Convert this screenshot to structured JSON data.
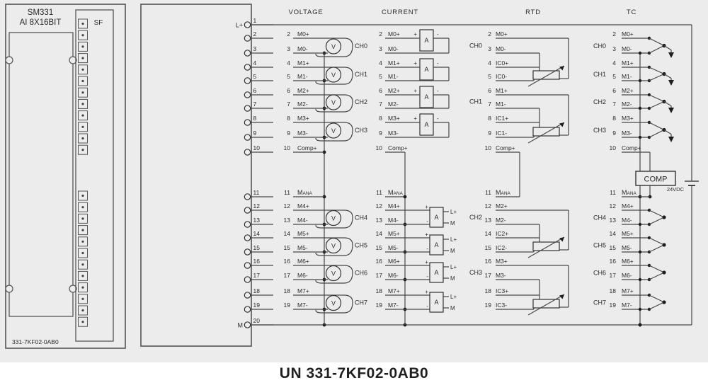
{
  "page_title": "UN 331-7KF02-0AB0",
  "module": {
    "name_line1": "SM331",
    "name_line2": "AI 8X16BIT",
    "fault_led_label": "SF",
    "order_number": "331-7KF02-0AB0"
  },
  "connector": {
    "top_rail_label": "L+",
    "bottom_rail_label": "M",
    "terminals": [
      1,
      2,
      3,
      4,
      5,
      6,
      7,
      8,
      9,
      10,
      11,
      12,
      13,
      14,
      15,
      16,
      17,
      18,
      19,
      20
    ]
  },
  "sections": {
    "voltage": {
      "title": "VOLTAGE",
      "meter_letter": "V",
      "rows": [
        {
          "t": 2,
          "l": "M0+"
        },
        {
          "t": 3,
          "l": "M0-"
        },
        {
          "t": 4,
          "l": "M1+"
        },
        {
          "t": 5,
          "l": "M1-"
        },
        {
          "t": 6,
          "l": "M2+"
        },
        {
          "t": 7,
          "l": "M2-"
        },
        {
          "t": 8,
          "l": "M3+"
        },
        {
          "t": 9,
          "l": "M3-"
        },
        {
          "t": 10,
          "l": "Comp+"
        },
        {
          "t": 11,
          "l": "MANA"
        },
        {
          "t": 12,
          "l": "M4+"
        },
        {
          "t": 13,
          "l": "M4-"
        },
        {
          "t": 14,
          "l": "M5+"
        },
        {
          "t": 15,
          "l": "M5-"
        },
        {
          "t": 16,
          "l": "M6+"
        },
        {
          "t": 17,
          "l": "M6-"
        },
        {
          "t": 18,
          "l": "M7+"
        },
        {
          "t": 19,
          "l": "M7-"
        }
      ],
      "channels": [
        {
          "label": "CH0",
          "plus": 2,
          "minus": 3
        },
        {
          "label": "CH1",
          "plus": 4,
          "minus": 5
        },
        {
          "label": "CH2",
          "plus": 6,
          "minus": 7
        },
        {
          "label": "CH3",
          "plus": 8,
          "minus": 9
        },
        {
          "label": "CH4",
          "plus": 12,
          "minus": 13
        },
        {
          "label": "CH5",
          "plus": 14,
          "minus": 15
        },
        {
          "label": "CH6",
          "plus": 16,
          "minus": 17
        },
        {
          "label": "CH7",
          "plus": 18,
          "minus": 19
        }
      ]
    },
    "current": {
      "title": "CURRENT",
      "meter_letter": "A",
      "polarity_plus": "+",
      "polarity_minus": "-",
      "four_wire_supply": "L+",
      "four_wire_ground": "M",
      "rows": [
        {
          "t": 2,
          "l": "M0+"
        },
        {
          "t": 3,
          "l": "M0-"
        },
        {
          "t": 4,
          "l": "M1+"
        },
        {
          "t": 5,
          "l": "M1-"
        },
        {
          "t": 6,
          "l": "M2+"
        },
        {
          "t": 7,
          "l": "M2-"
        },
        {
          "t": 8,
          "l": "M3+"
        },
        {
          "t": 9,
          "l": "M3-"
        },
        {
          "t": 10,
          "l": "Comp+"
        },
        {
          "t": 11,
          "l": "MANA"
        },
        {
          "t": 12,
          "l": "M4+"
        },
        {
          "t": 13,
          "l": "M4-"
        },
        {
          "t": 14,
          "l": "M5+"
        },
        {
          "t": 15,
          "l": "M5-"
        },
        {
          "t": 16,
          "l": "M6+"
        },
        {
          "t": 17,
          "l": "M6-"
        },
        {
          "t": 18,
          "l": "M7+"
        },
        {
          "t": 19,
          "l": "M7-"
        }
      ],
      "channels": [
        {
          "plus": 2,
          "minus": 3,
          "type": "2wire"
        },
        {
          "plus": 4,
          "minus": 5,
          "type": "2wire"
        },
        {
          "plus": 6,
          "minus": 7,
          "type": "2wire"
        },
        {
          "plus": 8,
          "minus": 9,
          "type": "2wire"
        },
        {
          "plus": 12,
          "minus": 13,
          "type": "4wire"
        },
        {
          "plus": 14,
          "minus": 15,
          "type": "4wire"
        },
        {
          "plus": 16,
          "minus": 17,
          "type": "4wire"
        },
        {
          "plus": 18,
          "minus": 19,
          "type": "4wire"
        }
      ]
    },
    "rtd": {
      "title": "RTD",
      "rows": [
        {
          "t": 2,
          "l": "M0+"
        },
        {
          "t": 3,
          "l": "M0-"
        },
        {
          "t": 4,
          "l": "IC0+"
        },
        {
          "t": 5,
          "l": "IC0-"
        },
        {
          "t": 6,
          "l": "M1+"
        },
        {
          "t": 7,
          "l": "M1-"
        },
        {
          "t": 8,
          "l": "IC1+"
        },
        {
          "t": 9,
          "l": "IC1-"
        },
        {
          "t": 10,
          "l": "Comp+"
        },
        {
          "t": 11,
          "l": "MANA"
        },
        {
          "t": 12,
          "l": "M2+"
        },
        {
          "t": 13,
          "l": "M2-"
        },
        {
          "t": 14,
          "l": "IC2+"
        },
        {
          "t": 15,
          "l": "IC2-"
        },
        {
          "t": 16,
          "l": "M3+"
        },
        {
          "t": 17,
          "l": "M3-"
        },
        {
          "t": 18,
          "l": "IC3+"
        },
        {
          "t": 19,
          "l": "IC3-"
        }
      ],
      "channels": [
        {
          "label": "CH0",
          "m_plus": 2,
          "m_minus": 3,
          "ic_plus": 4,
          "ic_minus": 5
        },
        {
          "label": "CH1",
          "m_plus": 6,
          "m_minus": 7,
          "ic_plus": 8,
          "ic_minus": 9
        },
        {
          "label": "CH2",
          "m_plus": 12,
          "m_minus": 13,
          "ic_plus": 14,
          "ic_minus": 15
        },
        {
          "label": "CH3",
          "m_plus": 16,
          "m_minus": 17,
          "ic_plus": 18,
          "ic_minus": 19
        }
      ]
    },
    "tc": {
      "title": "TC",
      "comp_box_label": "COMP",
      "supply_label": "24VDC",
      "rows": [
        {
          "t": 2,
          "l": "M0+"
        },
        {
          "t": 3,
          "l": "M0-"
        },
        {
          "t": 4,
          "l": "M1+"
        },
        {
          "t": 5,
          "l": "M1-"
        },
        {
          "t": 6,
          "l": "M2+"
        },
        {
          "t": 7,
          "l": "M2-"
        },
        {
          "t": 8,
          "l": "M3+"
        },
        {
          "t": 9,
          "l": "M3-"
        },
        {
          "t": 10,
          "l": "Comp+"
        },
        {
          "t": 11,
          "l": "MANA"
        },
        {
          "t": 12,
          "l": "M4+"
        },
        {
          "t": 13,
          "l": "M4-"
        },
        {
          "t": 14,
          "l": "M5+"
        },
        {
          "t": 15,
          "l": "M5-"
        },
        {
          "t": 16,
          "l": "M6+"
        },
        {
          "t": 17,
          "l": "M6-"
        },
        {
          "t": 18,
          "l": "M7+"
        },
        {
          "t": 19,
          "l": "M7-"
        }
      ],
      "channels": [
        {
          "label": "CH0",
          "plus": 2,
          "minus": 3,
          "probe": true
        },
        {
          "label": "CH1",
          "plus": 4,
          "minus": 5,
          "probe": true
        },
        {
          "label": "CH2",
          "plus": 6,
          "minus": 7,
          "probe": true
        },
        {
          "label": "CH3",
          "plus": 8,
          "minus": 9,
          "probe": true
        },
        {
          "label": "CH4",
          "plus": 12,
          "minus": 13,
          "probe": false
        },
        {
          "label": "CH5",
          "plus": 14,
          "minus": 15,
          "probe": false
        },
        {
          "label": "CH6",
          "plus": 16,
          "minus": 17,
          "probe": false
        },
        {
          "label": "CH7",
          "plus": 18,
          "minus": 19,
          "probe": false
        }
      ]
    }
  }
}
